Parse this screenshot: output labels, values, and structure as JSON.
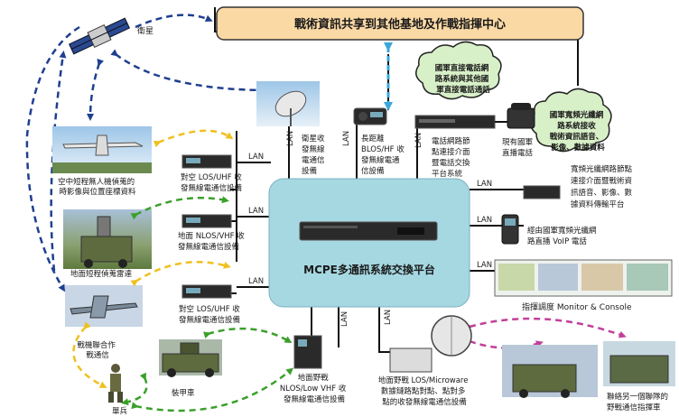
{
  "title": "戰術資訊共享到其他基地及作戰指揮中心",
  "center": {
    "label": "MCPE多通訊系統交換平台"
  },
  "clouds": [
    {
      "lines": [
        "國軍直接電話網",
        "路系統與其他國",
        "軍直接電話通話"
      ]
    },
    {
      "lines": [
        "國軍寬頻光纖網",
        "路系統接收",
        "戰術資訊語音、",
        "影像、數據資料"
      ]
    }
  ],
  "nodes": {
    "satellite": "衛星",
    "uav": [
      "空中短程無人機偵蒐的",
      "時影像與位置座標資料"
    ],
    "radar": "地面短程偵蒐雷達",
    "fighter": [
      "戰機聯合作",
      "戰通信"
    ],
    "soldier": "單兵",
    "armored": "裝甲車",
    "dish": [
      "衛星收",
      "發無線",
      "電通信",
      "設備"
    ],
    "blos": [
      "長距離",
      "BLOS/HF 收",
      "發無線電通",
      "信設備"
    ],
    "gateway": [
      "電話網路節",
      "點連接介面",
      "暨電話交換",
      "平台系統"
    ],
    "phone": [
      "現有國軍",
      "直播電話"
    ],
    "fiber": [
      "寬頻光纖網路節點",
      "連接介面暨戰術資",
      "訊語音、影像、數",
      "據資料傳輸平台"
    ],
    "voip": [
      "經由國軍寬頻光纖網",
      "路直播 VoIP 電話"
    ],
    "monitor": "指揮調度 Monitor & Console",
    "radio1": [
      "對空 LOS/UHF 收",
      "發無線電通信設備"
    ],
    "radio2": [
      "地面 NLOS/VHF 收",
      "發無線電通信設備"
    ],
    "radio3": [
      "對空 LOS/UHF 收",
      "發無線電通信設備"
    ],
    "radio4": [
      "地面野戰",
      "NLOS/Low VHF 收",
      "發無線電通信設備"
    ],
    "microwave": [
      "地面野戰 LOS/Microware",
      "數據鏈路點對點、點對多",
      "點的收發無線電通信設備"
    ],
    "remote": [
      "聯絡另一個聯隊的",
      "野戰通信指揮車"
    ]
  },
  "lan": "LAN",
  "colors": {
    "title_fill": "#fbd9a5",
    "center_fill": "#a6d8e2",
    "cloud_fill": "#d8f0c8",
    "arrow_blue": "#1f3f8f",
    "arrow_yellow": "#f0c020",
    "arrow_green": "#3aa02a",
    "arrow_magenta": "#c0409a",
    "arrow_cyan": "#3aa8d8"
  }
}
